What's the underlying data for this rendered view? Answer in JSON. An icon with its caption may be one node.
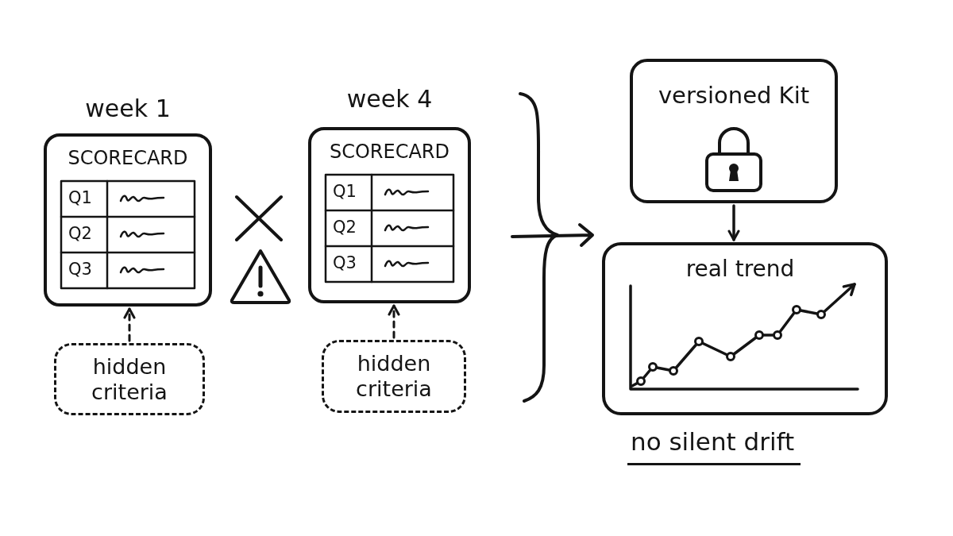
{
  "diagram": {
    "nodes": [
      {
        "text": [
          "week 1",
          "SCORECARD",
          "Q1",
          "Q2",
          "Q3"
        ]
      },
      {
        "text": [
          "hidden criteria"
        ]
      },
      {
        "text": [
          "week 4",
          "SCORECARD",
          "Q1",
          "Q2",
          "Q3"
        ]
      },
      {
        "text": [
          "hidden criteria"
        ]
      },
      {
        "text": [
          "versioned Kit"
        ]
      },
      {
        "text": [
          "real trend"
        ],
        "beside": [
          "no silent drift"
        ]
      }
    ],
    "edges": [
      {
        "from": 1,
        "to": 0,
        "arrow": "to",
        "style": "dashed"
      },
      {
        "from": 3,
        "to": 2,
        "arrow": "to",
        "style": "dashed"
      },
      {
        "from": 4,
        "to": 5,
        "arrow": "to"
      }
    ]
  }
}
